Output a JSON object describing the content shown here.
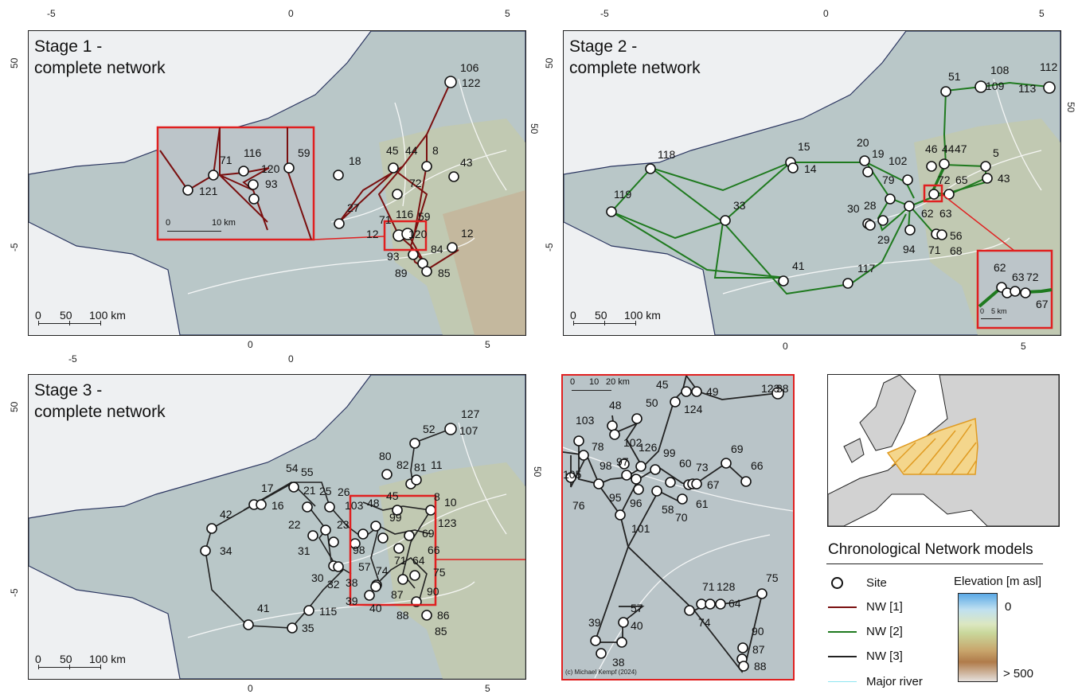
{
  "panels": {
    "stage1": {
      "title_line1": "Stage 1 -",
      "title_line2": "complete network"
    },
    "stage2": {
      "title_line1": "Stage 2 -",
      "title_line2": "complete network"
    },
    "stage3": {
      "title_line1": "Stage 3 -",
      "title_line2": "complete network"
    }
  },
  "ticks": {
    "top1": [
      "-5",
      "0",
      "5"
    ],
    "top2": [
      "-5",
      "0",
      "5"
    ],
    "top3": [
      "-5",
      "0"
    ],
    "bottom1": [
      "0",
      "5"
    ],
    "bottom2": [
      "0",
      "5"
    ],
    "bottom3": [
      "0",
      "5"
    ],
    "left1": [
      "50",
      "-5"
    ],
    "left2": [
      "50",
      "-5"
    ],
    "left3": [
      "50",
      "-5"
    ],
    "right1": "50",
    "right2": "50",
    "right3": "50"
  },
  "scalebars": {
    "main": {
      "l0": "0",
      "l1": "50",
      "l2": "100 km"
    },
    "inset1": {
      "l0": "0",
      "l1": "10 km"
    },
    "inset2": {
      "l0": "0",
      "l1": "5 km"
    },
    "inset3": {
      "l0": "0",
      "l1": "10",
      "l2": "20 km"
    }
  },
  "copyright": "(c) Michael Kempf (2024)",
  "legend": {
    "title": "Chronological Network models",
    "site": "Site",
    "nw1": "NW [1]",
    "nw2": "NW [2]",
    "nw3": "NW [3]",
    "river": "Major river",
    "elevation_title": "Elevation [m asl]",
    "elev_low": "0",
    "elev_high": "> 500"
  },
  "colors": {
    "nw1": "#7a1010",
    "nw2": "#1f7a1f",
    "nw3": "#222222",
    "river": "#8fe6f2",
    "inset": "#e02020",
    "land": "#b9c7c8",
    "sea": "#eef0f2"
  },
  "site_labels": {
    "stage1": [
      "106",
      "122",
      "18",
      "45",
      "44",
      "8",
      "43",
      "72",
      "27",
      "71",
      "116",
      "59",
      "12",
      "120",
      "93",
      "84",
      "12",
      "89",
      "85"
    ],
    "stage1_inset": [
      "116",
      "59",
      "71",
      "120",
      "121",
      "93"
    ],
    "stage2": [
      "112",
      "108",
      "51",
      "109",
      "113",
      "118",
      "15",
      "14",
      "20",
      "19",
      "102",
      "46",
      "44",
      "47",
      "5",
      "43",
      "79",
      "72",
      "65",
      "119",
      "33",
      "30",
      "28",
      "62",
      "63",
      "29",
      "94",
      "56",
      "71",
      "68",
      "41",
      "117"
    ],
    "stage2_inset": [
      "62",
      "63",
      "72",
      "67"
    ],
    "stage3": [
      "127",
      "107",
      "52",
      "80",
      "82",
      "81",
      "11",
      "54",
      "55",
      "17",
      "21",
      "25",
      "26",
      "16",
      "42",
      "22",
      "103",
      "48",
      "45",
      "99",
      "8",
      "10",
      "123",
      "23",
      "69",
      "98",
      "66",
      "31",
      "57",
      "74",
      "71",
      "64",
      "75",
      "30",
      "32",
      "38",
      "39",
      "87",
      "90",
      "40",
      "88",
      "86",
      "85",
      "34",
      "41",
      "115",
      "35"
    ],
    "stage3_inset": [
      "45",
      "49",
      "48",
      "50",
      "124",
      "123",
      "38",
      "103",
      "78",
      "102",
      "126",
      "99",
      "69",
      "66",
      "97",
      "98",
      "60",
      "73",
      "67",
      "105",
      "76",
      "95",
      "96",
      "58",
      "61",
      "70",
      "101",
      "57",
      "71",
      "128",
      "75",
      "40",
      "74",
      "64",
      "39",
      "38",
      "90",
      "87",
      "88"
    ]
  }
}
